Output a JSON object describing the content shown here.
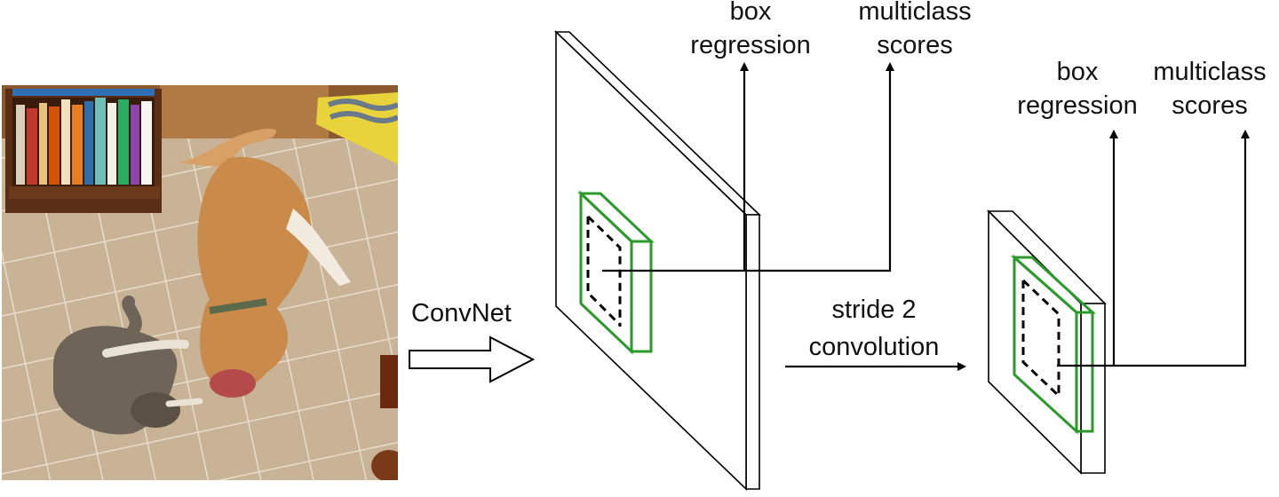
{
  "labels": {
    "convnet": "ConvNet",
    "stride_line1": "stride 2",
    "stride_line2": "convolution",
    "large_map": {
      "box_line1": "box",
      "box_line2": "regression",
      "multi_line1": "multiclass",
      "multi_line2": "scores"
    },
    "small_map": {
      "box_line1": "box",
      "box_line2": "regression",
      "multi_line1": "multiclass",
      "multi_line2": "scores"
    }
  },
  "colors": {
    "stroke": "#000000",
    "anchor_box": "#2a9a2a",
    "floor_tile": "#c9b49a",
    "dog": "#c98a4a",
    "cat": "#6e6558"
  },
  "icons": {
    "pipeline_arrow": "hollow-right-arrow",
    "input_photo": "dog-and-cat-photo"
  }
}
